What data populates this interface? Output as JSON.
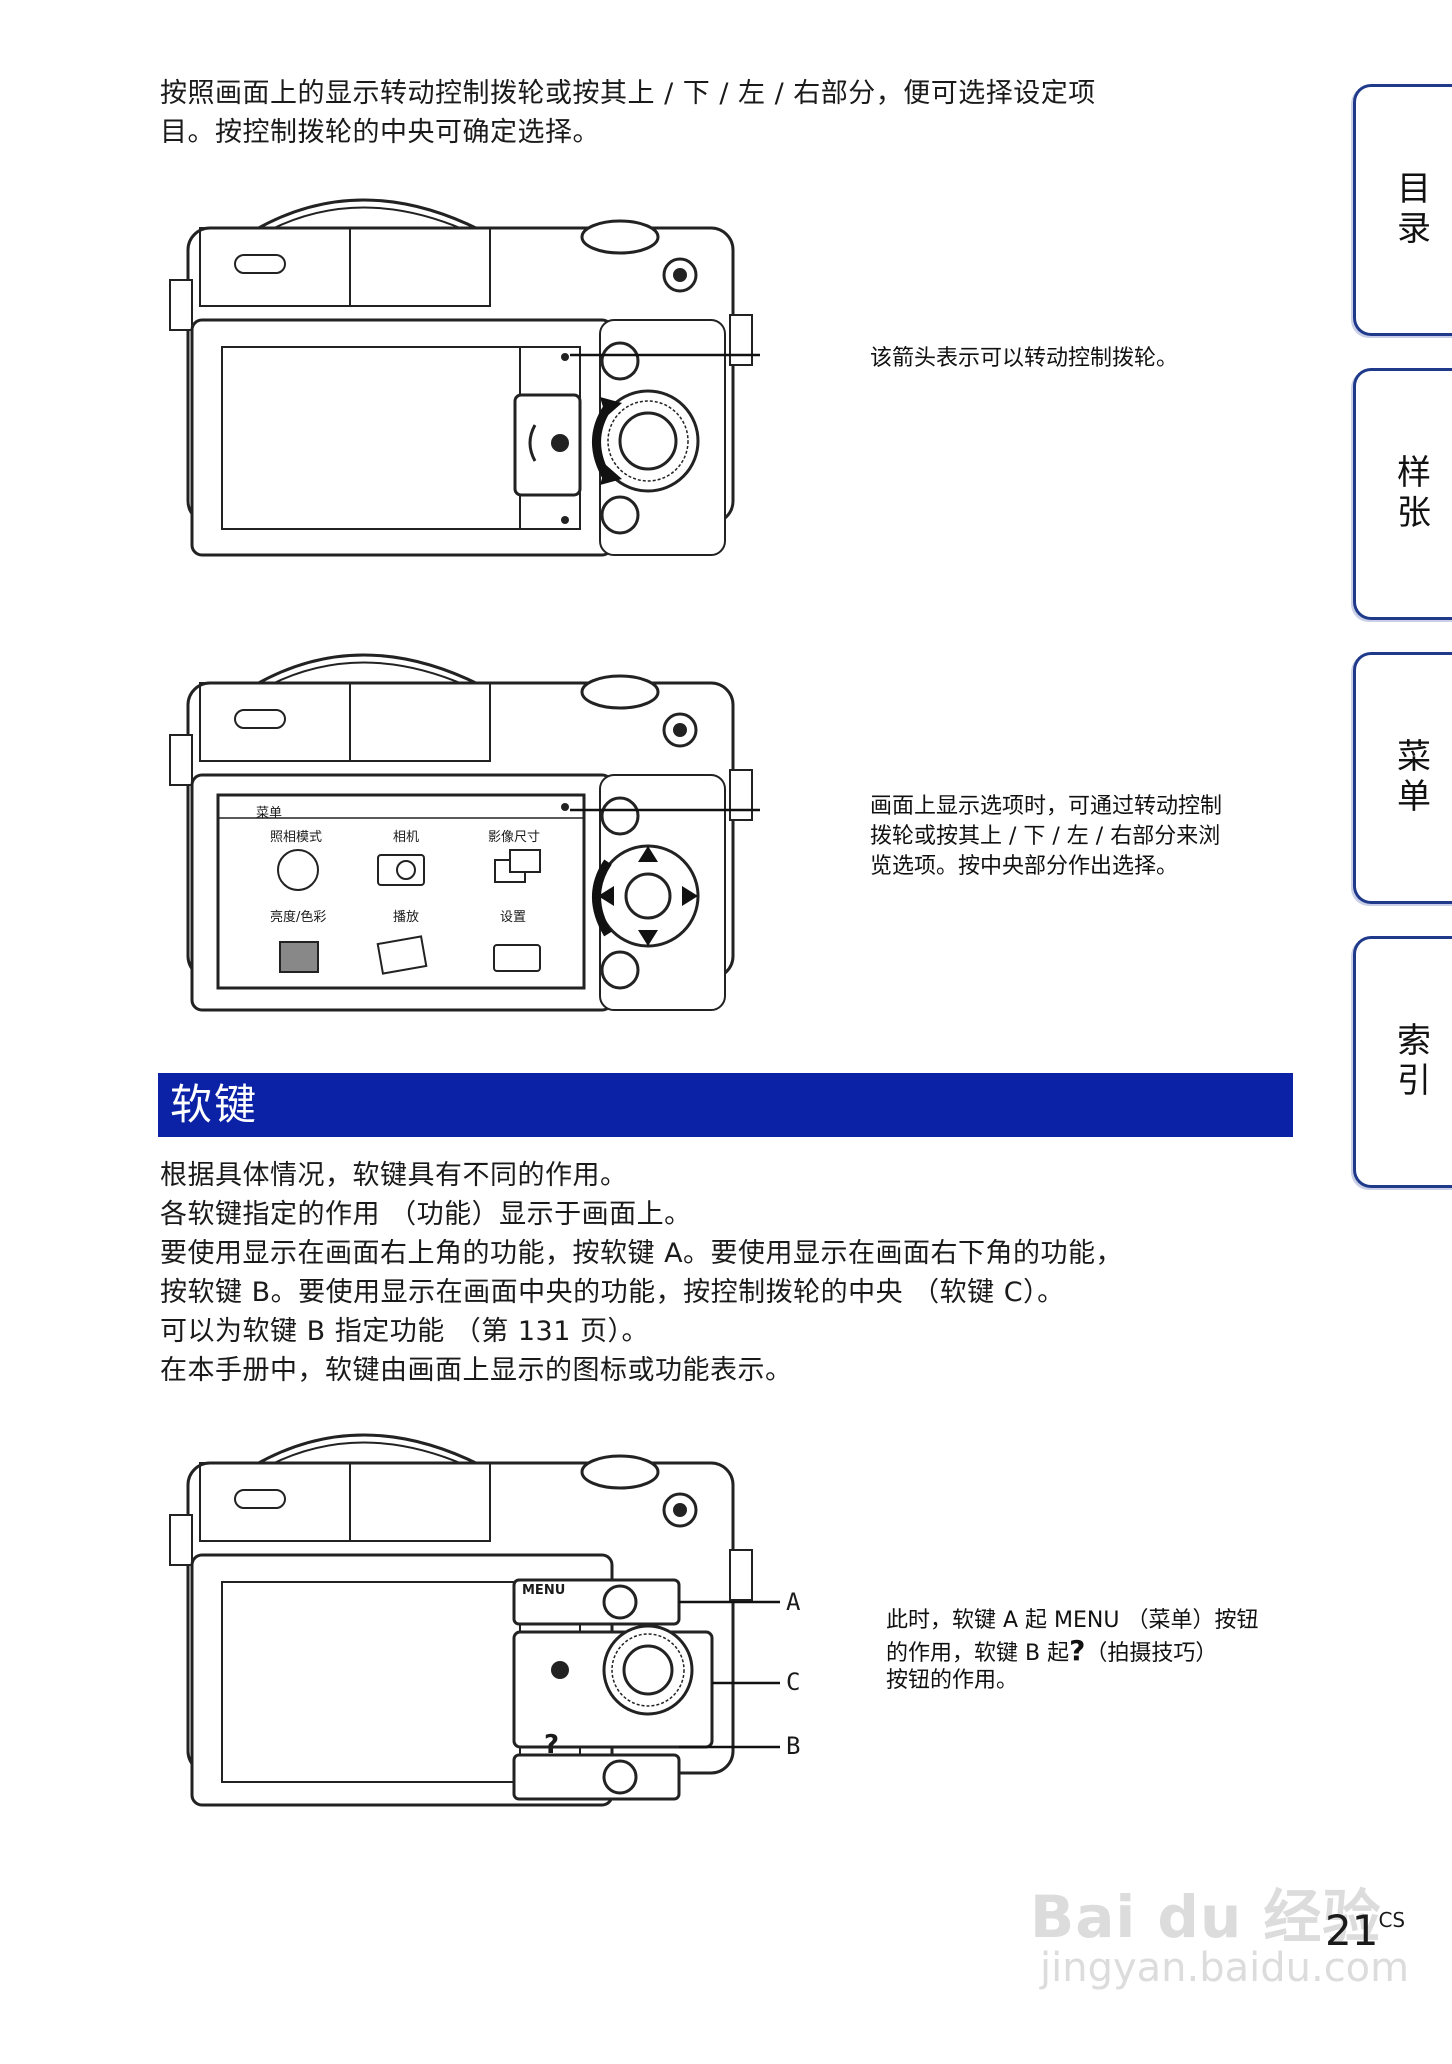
{
  "intro": {
    "line1": "按照画面上的显示转动控制拨轮或按其上 / 下 / 左 / 右部分，便可选择设定项",
    "line2": "目。按控制拨轮的中央可确定选择。"
  },
  "tabs": [
    {
      "label": "目录"
    },
    {
      "label": "样张"
    },
    {
      "label": "菜单"
    },
    {
      "label": "索引"
    }
  ],
  "figure1": {
    "callout": "该箭头表示可以转动控制拨轮。"
  },
  "figure2": {
    "callout_line1": "画面上显示选项时，可通过转动控制",
    "callout_line2": "拨轮或按其上 / 下 / 左 / 右部分来浏",
    "callout_line3": "览选项。按中央部分作出选择。",
    "menu_title": "菜单",
    "menu_items": [
      {
        "label": "照相模式"
      },
      {
        "label": "相机"
      },
      {
        "label": "影像尺寸"
      },
      {
        "label": "亮度/色彩"
      },
      {
        "label": "播放"
      },
      {
        "label": "设置"
      }
    ]
  },
  "section": {
    "title": "软键"
  },
  "body": {
    "line1": "根据具体情况，软键具有不同的作用。",
    "line2": "各软键指定的作用 （功能）显示于画面上。",
    "line3": "要使用显示在画面右上角的功能，按软键 A。要使用显示在画面右下角的功能，",
    "line4": "按软键 B。要使用显示在画面中央的功能，按控制拨轮的中央 （软键 C）。",
    "line5": "可以为软键 B 指定功能 （第 131 页）。",
    "line6": "在本手册中，软键由画面上显示的图标或功能表示。"
  },
  "figure3": {
    "menu_label": "MENU",
    "help_label": "?",
    "key_a": "A",
    "key_b": "B",
    "key_c": "C",
    "callout_line1": "此时，软键 A 起 MENU （菜单）按钮",
    "callout_line2": "的作用，软键 B 起",
    "callout_help_glyph": "?",
    "callout_line2_rest": "（拍摄技巧）",
    "callout_line3": "按钮的作用。"
  },
  "page": {
    "number": "21",
    "suffix": "CS"
  },
  "watermark": {
    "brand": "Bai du 经验",
    "url": "jingyan.baidu.com"
  }
}
